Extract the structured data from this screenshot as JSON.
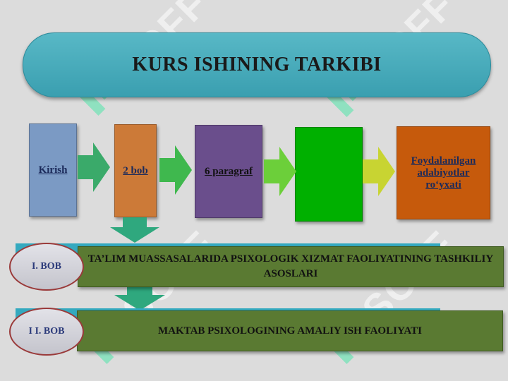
{
  "title": "KURS ISHINING TARKIBI",
  "steps": [
    {
      "label": "Kirish",
      "color": "#7b9ac4"
    },
    {
      "label": "2 bob",
      "color": "#cc7a38"
    },
    {
      "label": "6 paragraf",
      "color": "#6a4e8c"
    },
    {
      "label": "",
      "color": "#00b000"
    },
    {
      "label": "Foydalanilgan adabiyotlar ro‘yxati",
      "color": "#c65a0c"
    }
  ],
  "sections": [
    {
      "tag": "I. BOB",
      "text": "TA’LIM MUASSASALARIDA PSIXOLOGIK XIZMAT FAOLIYATINING TASHKILIY ASOSLARI"
    },
    {
      "tag": "I I. BOB",
      "text": "MAKTAB PSIXOLOGINING AMALIY ISH FAOLIYATI"
    }
  ],
  "watermark": "SOFF",
  "colors": {
    "banner": "#4aafbf",
    "bar": "#5a7a32",
    "accent_arrow": "#3aaa6a"
  }
}
